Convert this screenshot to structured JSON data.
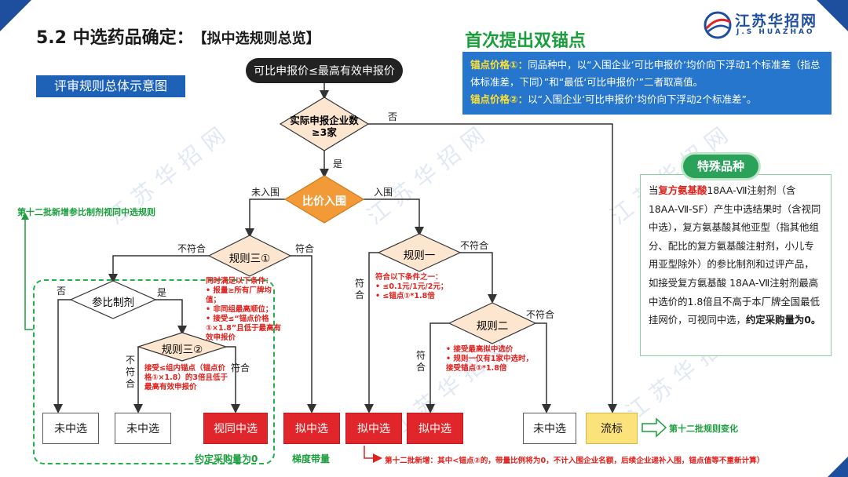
{
  "header": {
    "title": "5.2 中选药品确定：",
    "subtitle": "【拟中选规则总览】",
    "logo_cn": "江苏华招网",
    "logo_en": "J.S HUAZHAO",
    "watermark": "江苏华招网"
  },
  "anchor": {
    "heading": "首次提出双锚点",
    "p1_key": "锚点价格①：",
    "p1_text": "同品种中，以“入围企业‘可比申报价’均价向下浮动1个标准差（指总体标准差，下同）”和“最低‘可比申报价’”二者取高值。",
    "p2_key": "锚点价格②：",
    "p2_text": "以“入围企业‘可比申报价’均价向下浮动2个标准差”。"
  },
  "overview_tag": "评审规则总体示意图",
  "special": {
    "tag": "特殊品种",
    "t1": "当",
    "t2": "复方氨基酸",
    "t3": "18AA-Ⅶ注射剂（含18AA-Ⅶ-SF）产生中选结果时（含视同中选），复方氨基酸其他亚型（指其他组分、配比的复方氨基酸注射剂，小儿专用亚型除外）的参比制剂和过评产品，如接受复方氨基酸 18AA-Ⅶ注射剂最高中选价的1.8倍且不高于本厂牌全国最低挂网价，可视同中选，",
    "t4": "约定采购量为0。"
  },
  "flow": {
    "start": "可比申报价≤最高有效申报价",
    "d1": "实际申报企业数≥3家",
    "d2": "比价入围",
    "d3": "规则三①",
    "d4": "参比制剂",
    "d5": "规则三②",
    "d6": "规则一",
    "d7": "规则二",
    "yes": "是",
    "no": "否",
    "not_in": "未入围",
    "in": "入围",
    "fit": "符合",
    "not_fit": "不符合",
    "not_fit_v": "不符合",
    "fit_v": "符合",
    "outcomes": [
      "未中选",
      "未中选",
      "视同中选",
      "拟中选",
      "拟中选",
      "拟中选",
      "未中选",
      "流标"
    ]
  },
  "notes": {
    "r31_title": "同时满足以下条件：",
    "r31_items": [
      "报量≥所有厂牌均值；",
      "非同组最高顺位；",
      "接受≤“锚点价格①×1.8”且低于最高有效申报价"
    ],
    "r32": "接受≤组内锚点（锚点价格①×1.8）的3倍且低于最高有效申报价",
    "r1_title": "符合以下条件之一：",
    "r1_items": [
      "≤0.1元/1元/2元；",
      "≤锚点①*1.8倍"
    ],
    "r2_items": [
      "接受最高拟中选价",
      "规则一仅有1家中选时，接受锚点①*1.8倍"
    ]
  },
  "annotations": {
    "left_new": "第十二批新增参比制剂视同中选规则",
    "zero_qty": "约定采购量为0",
    "tiered": "梯度带量",
    "rule_change": "第十二批规则变化",
    "bottom_new": "第十二批新增：其中<锚点②的，带量比例将为0，不计入围企业名额，后续企业递补入围，锚点值等不重新计算）"
  },
  "colors": {
    "brand": "#1e4e9e",
    "accent_blue": "#2576cc",
    "green": "#1a9e3c",
    "red": "#e0262a",
    "orange": "#f29a38",
    "yellow": "#fbe27a",
    "diamond_fill": "#fde6cf"
  }
}
